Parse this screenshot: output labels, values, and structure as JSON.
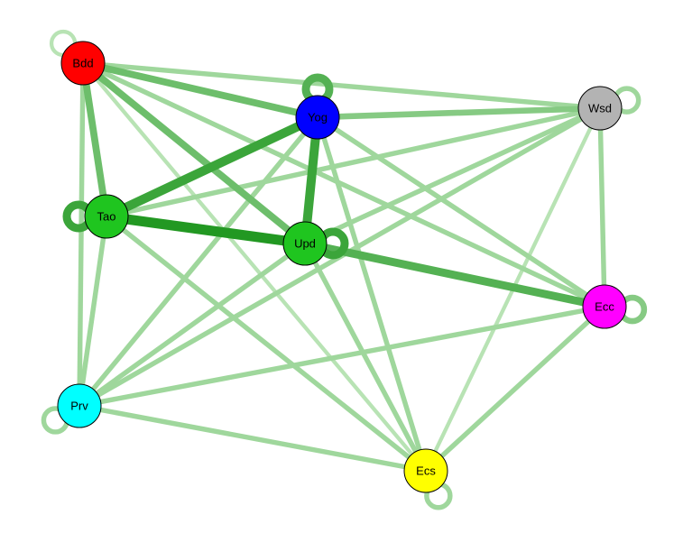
{
  "graph": {
    "nodes": [
      {
        "id": "Bdd",
        "label": "Bdd",
        "color": "#ff0000"
      },
      {
        "id": "Yog",
        "label": "Yog",
        "color": "#0000ff"
      },
      {
        "id": "Wsd",
        "label": "Wsd",
        "color": "#b3b3b3"
      },
      {
        "id": "Tao",
        "label": "Tao",
        "color": "#1fc51f"
      },
      {
        "id": "Upd",
        "label": "Upd",
        "color": "#1fc51f"
      },
      {
        "id": "Ecc",
        "label": "Ecc",
        "color": "#ff00ff"
      },
      {
        "id": "Prv",
        "label": "Prv",
        "color": "#00ffff"
      },
      {
        "id": "Ecs",
        "label": "Ecs",
        "color": "#ffff00"
      }
    ],
    "edges": [
      {
        "source": "Bdd",
        "target": "Yog",
        "weight": 5
      },
      {
        "source": "Bdd",
        "target": "Tao",
        "weight": 5
      },
      {
        "source": "Bdd",
        "target": "Upd",
        "weight": 5
      },
      {
        "source": "Bdd",
        "target": "Wsd",
        "weight": 3
      },
      {
        "source": "Bdd",
        "target": "Prv",
        "weight": 3
      },
      {
        "source": "Bdd",
        "target": "Ecc",
        "weight": 3
      },
      {
        "source": "Bdd",
        "target": "Ecs",
        "weight": 2
      },
      {
        "source": "Yog",
        "target": "Tao",
        "weight": 7
      },
      {
        "source": "Yog",
        "target": "Upd",
        "weight": 7
      },
      {
        "source": "Yog",
        "target": "Wsd",
        "weight": 4
      },
      {
        "source": "Yog",
        "target": "Prv",
        "weight": 3
      },
      {
        "source": "Yog",
        "target": "Ecc",
        "weight": 3
      },
      {
        "source": "Yog",
        "target": "Ecs",
        "weight": 3
      },
      {
        "source": "Tao",
        "target": "Upd",
        "weight": 8
      },
      {
        "source": "Tao",
        "target": "Wsd",
        "weight": 3
      },
      {
        "source": "Tao",
        "target": "Prv",
        "weight": 3
      },
      {
        "source": "Tao",
        "target": "Ecs",
        "weight": 3
      },
      {
        "source": "Upd",
        "target": "Ecc",
        "weight": 6
      },
      {
        "source": "Upd",
        "target": "Wsd",
        "weight": 3
      },
      {
        "source": "Upd",
        "target": "Prv",
        "weight": 3
      },
      {
        "source": "Upd",
        "target": "Ecs",
        "weight": 3
      },
      {
        "source": "Wsd",
        "target": "Ecc",
        "weight": 3
      },
      {
        "source": "Wsd",
        "target": "Prv",
        "weight": 3
      },
      {
        "source": "Wsd",
        "target": "Ecs",
        "weight": 2
      },
      {
        "source": "Ecc",
        "target": "Prv",
        "weight": 3
      },
      {
        "source": "Ecc",
        "target": "Ecs",
        "weight": 3
      },
      {
        "source": "Prv",
        "target": "Ecs",
        "weight": 3
      }
    ],
    "loops": [
      {
        "node": "Bdd",
        "weight": 2
      },
      {
        "node": "Yog",
        "weight": 6
      },
      {
        "node": "Wsd",
        "weight": 3
      },
      {
        "node": "Tao",
        "weight": 7
      },
      {
        "node": "Upd",
        "weight": 7
      },
      {
        "node": "Ecc",
        "weight": 4
      },
      {
        "node": "Prv",
        "weight": 3
      },
      {
        "node": "Ecs",
        "weight": 3
      }
    ],
    "edge_color_light": "#b8e3b4",
    "edge_color_dark": "#229822"
  }
}
